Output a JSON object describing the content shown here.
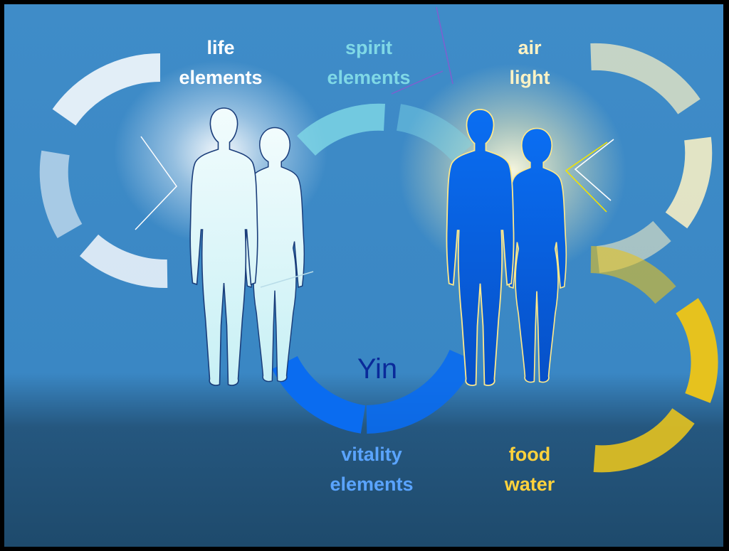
{
  "labels": {
    "life_1": "life",
    "life_2": "elements",
    "spirit_1": "spirit",
    "spirit_2": "elements",
    "air_1": "air",
    "air_2": "light",
    "vitality_1": "vitality",
    "vitality_2": "elements",
    "food_1": "food",
    "food_2": "water",
    "center": "Yin"
  },
  "colors": {
    "background_top": "#3f8cc8",
    "background_bottom": "#1e4a6c",
    "frame": "#000000",
    "life_ring": "#ffffff",
    "spirit_ring": "#7fd8e6",
    "air_ring": "#fff3c4",
    "vitality_ring": "#0a6cf0",
    "food_ring": "#e6c21e",
    "figure_light": "#e6f8fb",
    "figure_dark": "#0b5fe0",
    "figure_outline_light": "#1a3d7a",
    "figure_outline_dark": "#ffe98a",
    "label_white": "#ffffff",
    "label_cyan": "#7fd8e6",
    "label_light_yellow": "#fff3c4",
    "label_blue": "#5aa4ff",
    "label_yellow": "#ffd23c",
    "center_text": "#0a2a9a"
  },
  "icons": {
    "light_couple": "human-couple-silhouette",
    "dark_couple": "human-couple-silhouette"
  }
}
